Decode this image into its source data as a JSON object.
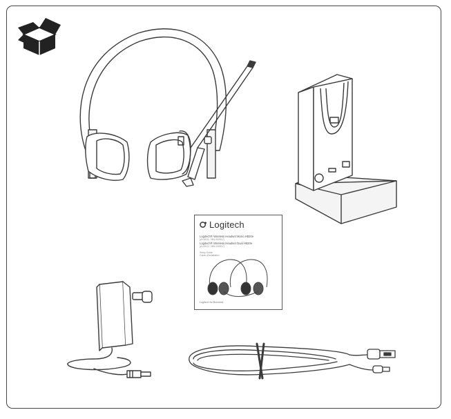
{
  "icons": {
    "box": "open-box-icon"
  },
  "guide": {
    "brand": "Logitech",
    "product_mono": "Logitech® Wireless Headset Mono H820e",
    "part_mono": "(A-00011 / 981-000512)",
    "product_dual": "Logitech® Wireless Headset Dual H820e",
    "part_dual": "(A-00012 / 981-000517)",
    "setup_guide": "Setup Guide",
    "setup_guide_fr": "Guide d'installation",
    "footer": "Logitech for Business"
  },
  "colors": {
    "line": "#3a3a3a",
    "fill_light": "#f4f4f4",
    "fill_dark": "#222222"
  }
}
